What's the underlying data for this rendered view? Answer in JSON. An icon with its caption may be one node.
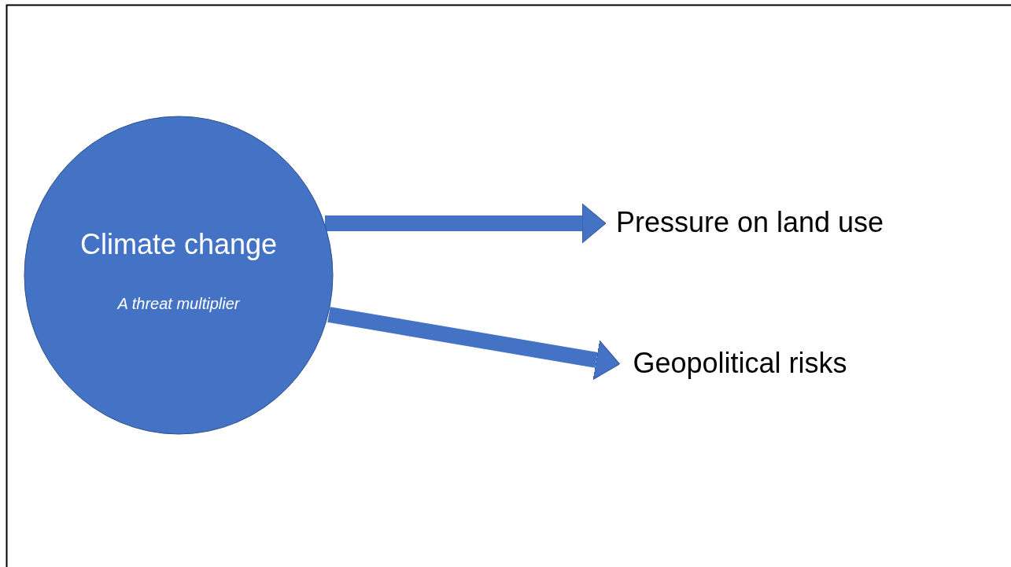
{
  "diagram": {
    "nodes": [
      {
        "text": [
          "Climate change",
          "A threat multiplier"
        ]
      },
      {
        "text": [
          "Pressure on land use"
        ]
      },
      {
        "text": [
          "Geopolitical risks"
        ]
      }
    ],
    "edges": [
      {
        "from": 0,
        "to": 1,
        "arrow": "to"
      },
      {
        "from": 0,
        "to": 2,
        "arrow": "to"
      }
    ]
  }
}
